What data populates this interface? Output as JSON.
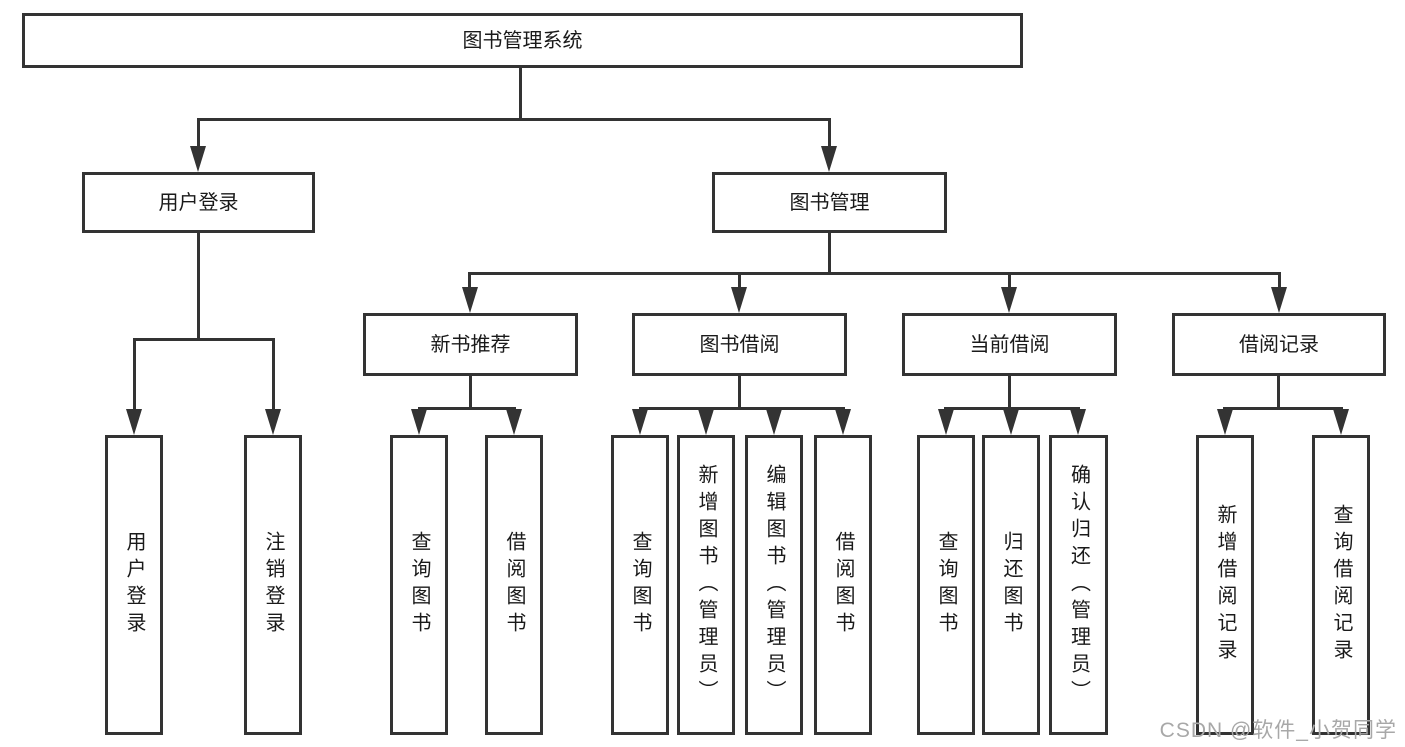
{
  "tree": {
    "root": {
      "label": "图书管理系统"
    },
    "branches": [
      {
        "label": "用户登录",
        "children": [
          {
            "label": "用户登录"
          },
          {
            "label": "注销登录"
          }
        ]
      },
      {
        "label": "图书管理",
        "sections": [
          {
            "label": "新书推荐",
            "children": [
              {
                "label": "查询图书"
              },
              {
                "label": "借阅图书"
              }
            ]
          },
          {
            "label": "图书借阅",
            "children": [
              {
                "label": "查询图书"
              },
              {
                "label": "新增图书（管理员）"
              },
              {
                "label": "编辑图书（管理员）"
              },
              {
                "label": "借阅图书"
              }
            ]
          },
          {
            "label": "当前借阅",
            "children": [
              {
                "label": "查询图书"
              },
              {
                "label": "归还图书"
              },
              {
                "label": "确认归还（管理员）"
              }
            ]
          },
          {
            "label": "借阅记录",
            "children": [
              {
                "label": "新增借阅记录"
              },
              {
                "label": "查询借阅记录"
              }
            ]
          }
        ]
      }
    ]
  },
  "watermark": {
    "text": "CSDN @软件_小贺同学",
    "color": "#a8a8a8"
  },
  "colors": {
    "line": "#333333",
    "text": "#1a1a1a",
    "background": "#ffffff"
  }
}
